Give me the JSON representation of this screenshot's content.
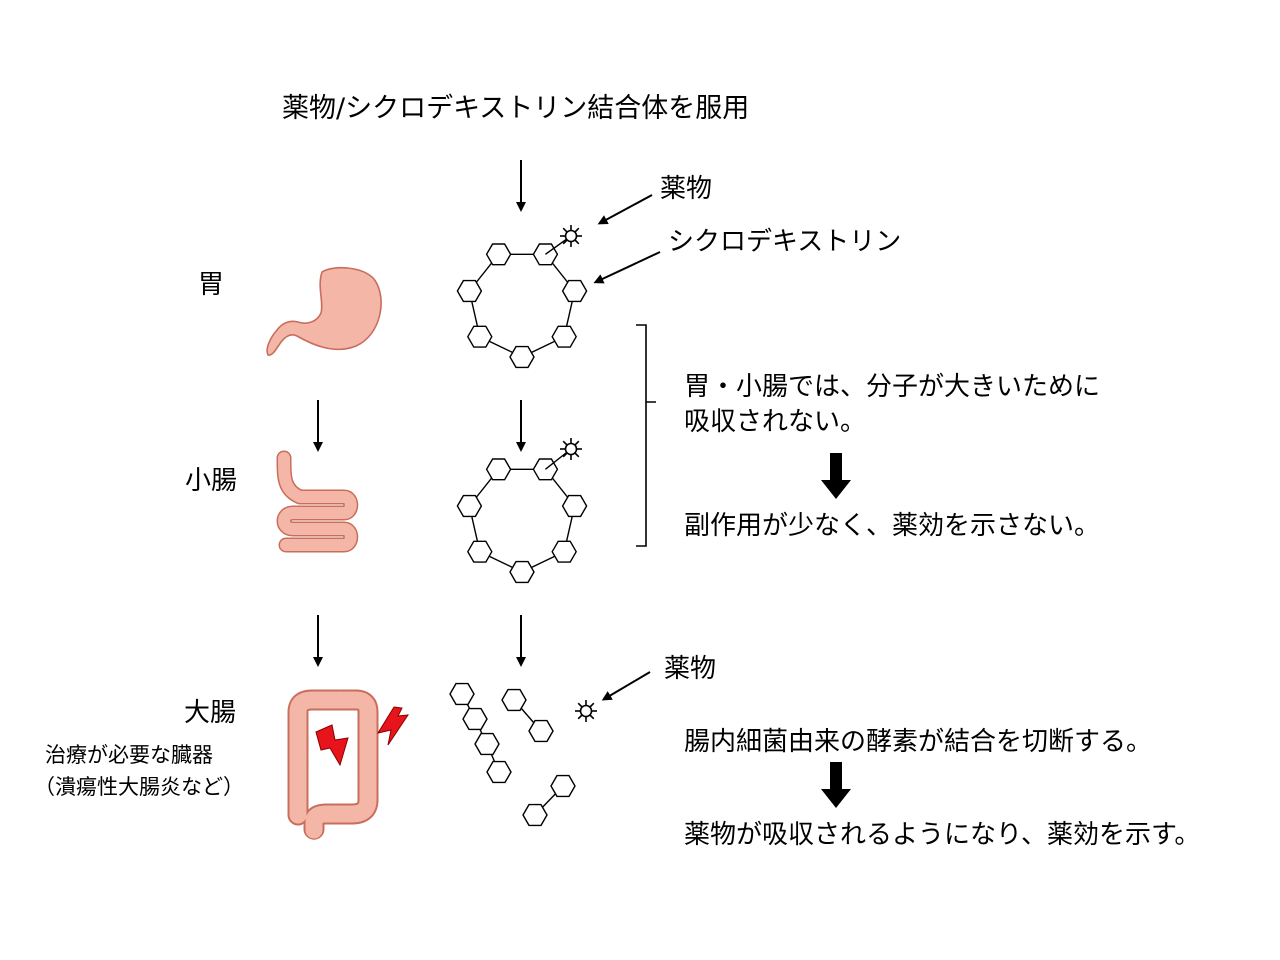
{
  "title": "薬物/シクロデキストリン結合体を服用",
  "organs": {
    "stomach": "胃",
    "small_intestine": "小腸",
    "large_intestine": "大腸",
    "target_note_line1": "治療が必要な臓器",
    "target_note_line2": "（潰瘍性大腸炎など）"
  },
  "molecule_labels": {
    "drug_top": "薬物",
    "cyclodextrin": "シクロデキストリン",
    "drug_bottom": "薬物"
  },
  "explanations": {
    "upper_line1": "胃・小腸では、分子が大きいために",
    "upper_line2": "吸収されない。",
    "upper_result": "副作用が少なく、薬効を示さない。",
    "lower_line1": "腸内細菌由来の酵素が結合を切断する。",
    "lower_result": "薬物が吸収されるようになり、薬効を示す。"
  },
  "colors": {
    "organ_fill": "#f4b6a6",
    "organ_stroke": "#c96e5d",
    "lightning": "#e8141b"
  }
}
